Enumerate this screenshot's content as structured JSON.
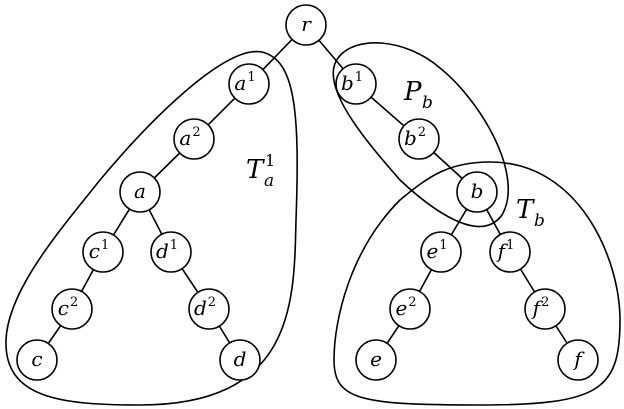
{
  "diagram": {
    "nodes": [
      {
        "id": "r",
        "base": "r",
        "sup": ""
      },
      {
        "id": "a1",
        "base": "a",
        "sup": "1"
      },
      {
        "id": "a2",
        "base": "a",
        "sup": "2"
      },
      {
        "id": "a",
        "base": "a",
        "sup": ""
      },
      {
        "id": "c1",
        "base": "c",
        "sup": "1"
      },
      {
        "id": "c2",
        "base": "c",
        "sup": "2"
      },
      {
        "id": "c",
        "base": "c",
        "sup": ""
      },
      {
        "id": "d1",
        "base": "d",
        "sup": "1"
      },
      {
        "id": "d2",
        "base": "d",
        "sup": "2"
      },
      {
        "id": "d",
        "base": "d",
        "sup": ""
      },
      {
        "id": "b1",
        "base": "b",
        "sup": "1"
      },
      {
        "id": "b2",
        "base": "b",
        "sup": "2"
      },
      {
        "id": "b",
        "base": "b",
        "sup": ""
      },
      {
        "id": "e1",
        "base": "e",
        "sup": "1"
      },
      {
        "id": "e2",
        "base": "e",
        "sup": "2"
      },
      {
        "id": "e",
        "base": "e",
        "sup": ""
      },
      {
        "id": "f1",
        "base": "f",
        "sup": "1"
      },
      {
        "id": "f2",
        "base": "f",
        "sup": "2"
      },
      {
        "id": "f",
        "base": "f",
        "sup": ""
      }
    ],
    "edges": [
      [
        "r",
        "a1"
      ],
      [
        "a1",
        "a2"
      ],
      [
        "a2",
        "a"
      ],
      [
        "a",
        "c1"
      ],
      [
        "c1",
        "c2"
      ],
      [
        "c2",
        "c"
      ],
      [
        "a",
        "d1"
      ],
      [
        "d1",
        "d2"
      ],
      [
        "d2",
        "d"
      ],
      [
        "r",
        "b1"
      ],
      [
        "b1",
        "b2"
      ],
      [
        "b2",
        "b"
      ],
      [
        "b",
        "e1"
      ],
      [
        "e1",
        "e2"
      ],
      [
        "e2",
        "e"
      ],
      [
        "b",
        "f1"
      ],
      [
        "f1",
        "f2"
      ],
      [
        "f2",
        "f"
      ]
    ],
    "regions": [
      {
        "id": "Ta1",
        "label_base": "T",
        "label_sup": "1",
        "label_sub": "a"
      },
      {
        "id": "Pb",
        "label_base": "P",
        "label_sup": "",
        "label_sub": "b"
      },
      {
        "id": "Tb",
        "label_base": "T",
        "label_sup": "",
        "label_sub": "b"
      }
    ]
  }
}
